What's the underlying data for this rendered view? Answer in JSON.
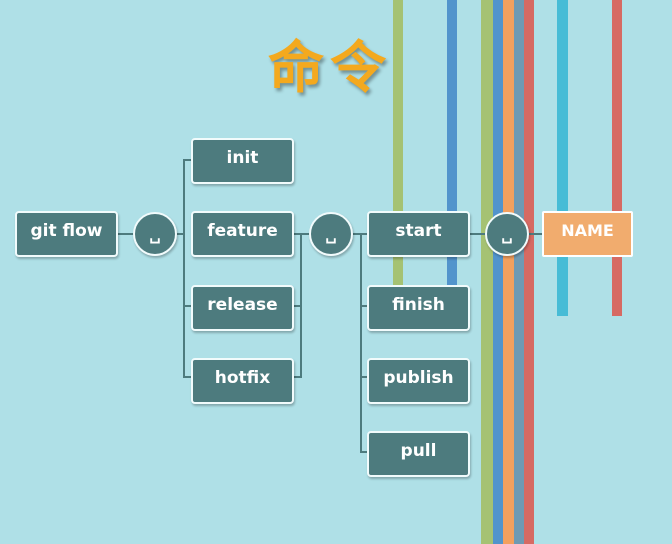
{
  "title": "命令",
  "stripe_colors": {
    "green": "#a5c273",
    "blue": "#5294cc",
    "orange": "#f3a05e",
    "red": "#d66a63",
    "cyan": "#47bcd6",
    "slate": "#6f9ab3"
  },
  "line_color": "#4d7b7e",
  "root": "git flow",
  "space_symbol": "␣",
  "subcommands": [
    "init",
    "feature",
    "release",
    "hotfix"
  ],
  "actions": [
    "start",
    "finish",
    "publish",
    "pull"
  ],
  "argument": "NAME"
}
